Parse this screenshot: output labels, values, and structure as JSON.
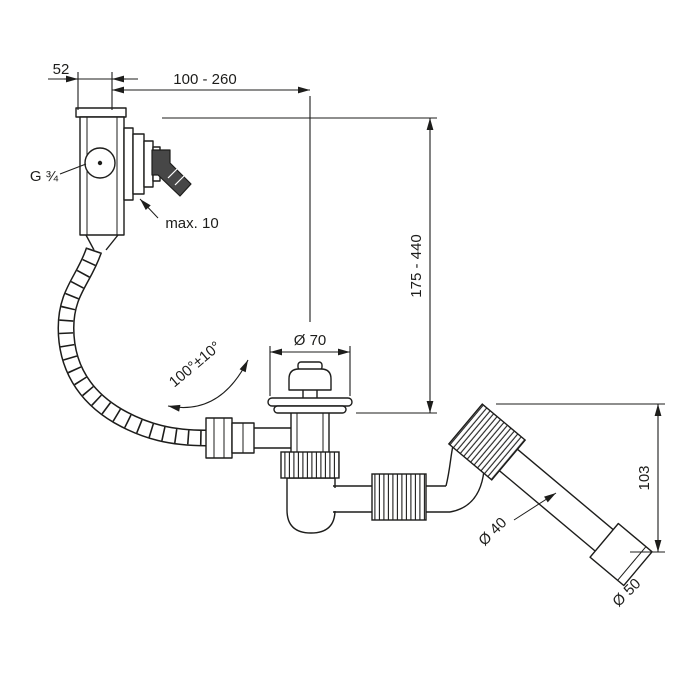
{
  "canvas": {
    "background": "#ffffff",
    "line_color": "#1d1d1b"
  },
  "labels": {
    "overflow_width": "52",
    "overflow_reach_range": "100 - 260",
    "thread_size": "G ¾",
    "max_panel_thickness": "max. 10",
    "swivel_angle_range": "100°±10°",
    "plug_diameter": "Ø 70",
    "install_height_range": "175 - 440",
    "outlet_drop_height": "103",
    "pipe_diameter": "Ø 40",
    "outlet_diameter": "Ø 50"
  }
}
